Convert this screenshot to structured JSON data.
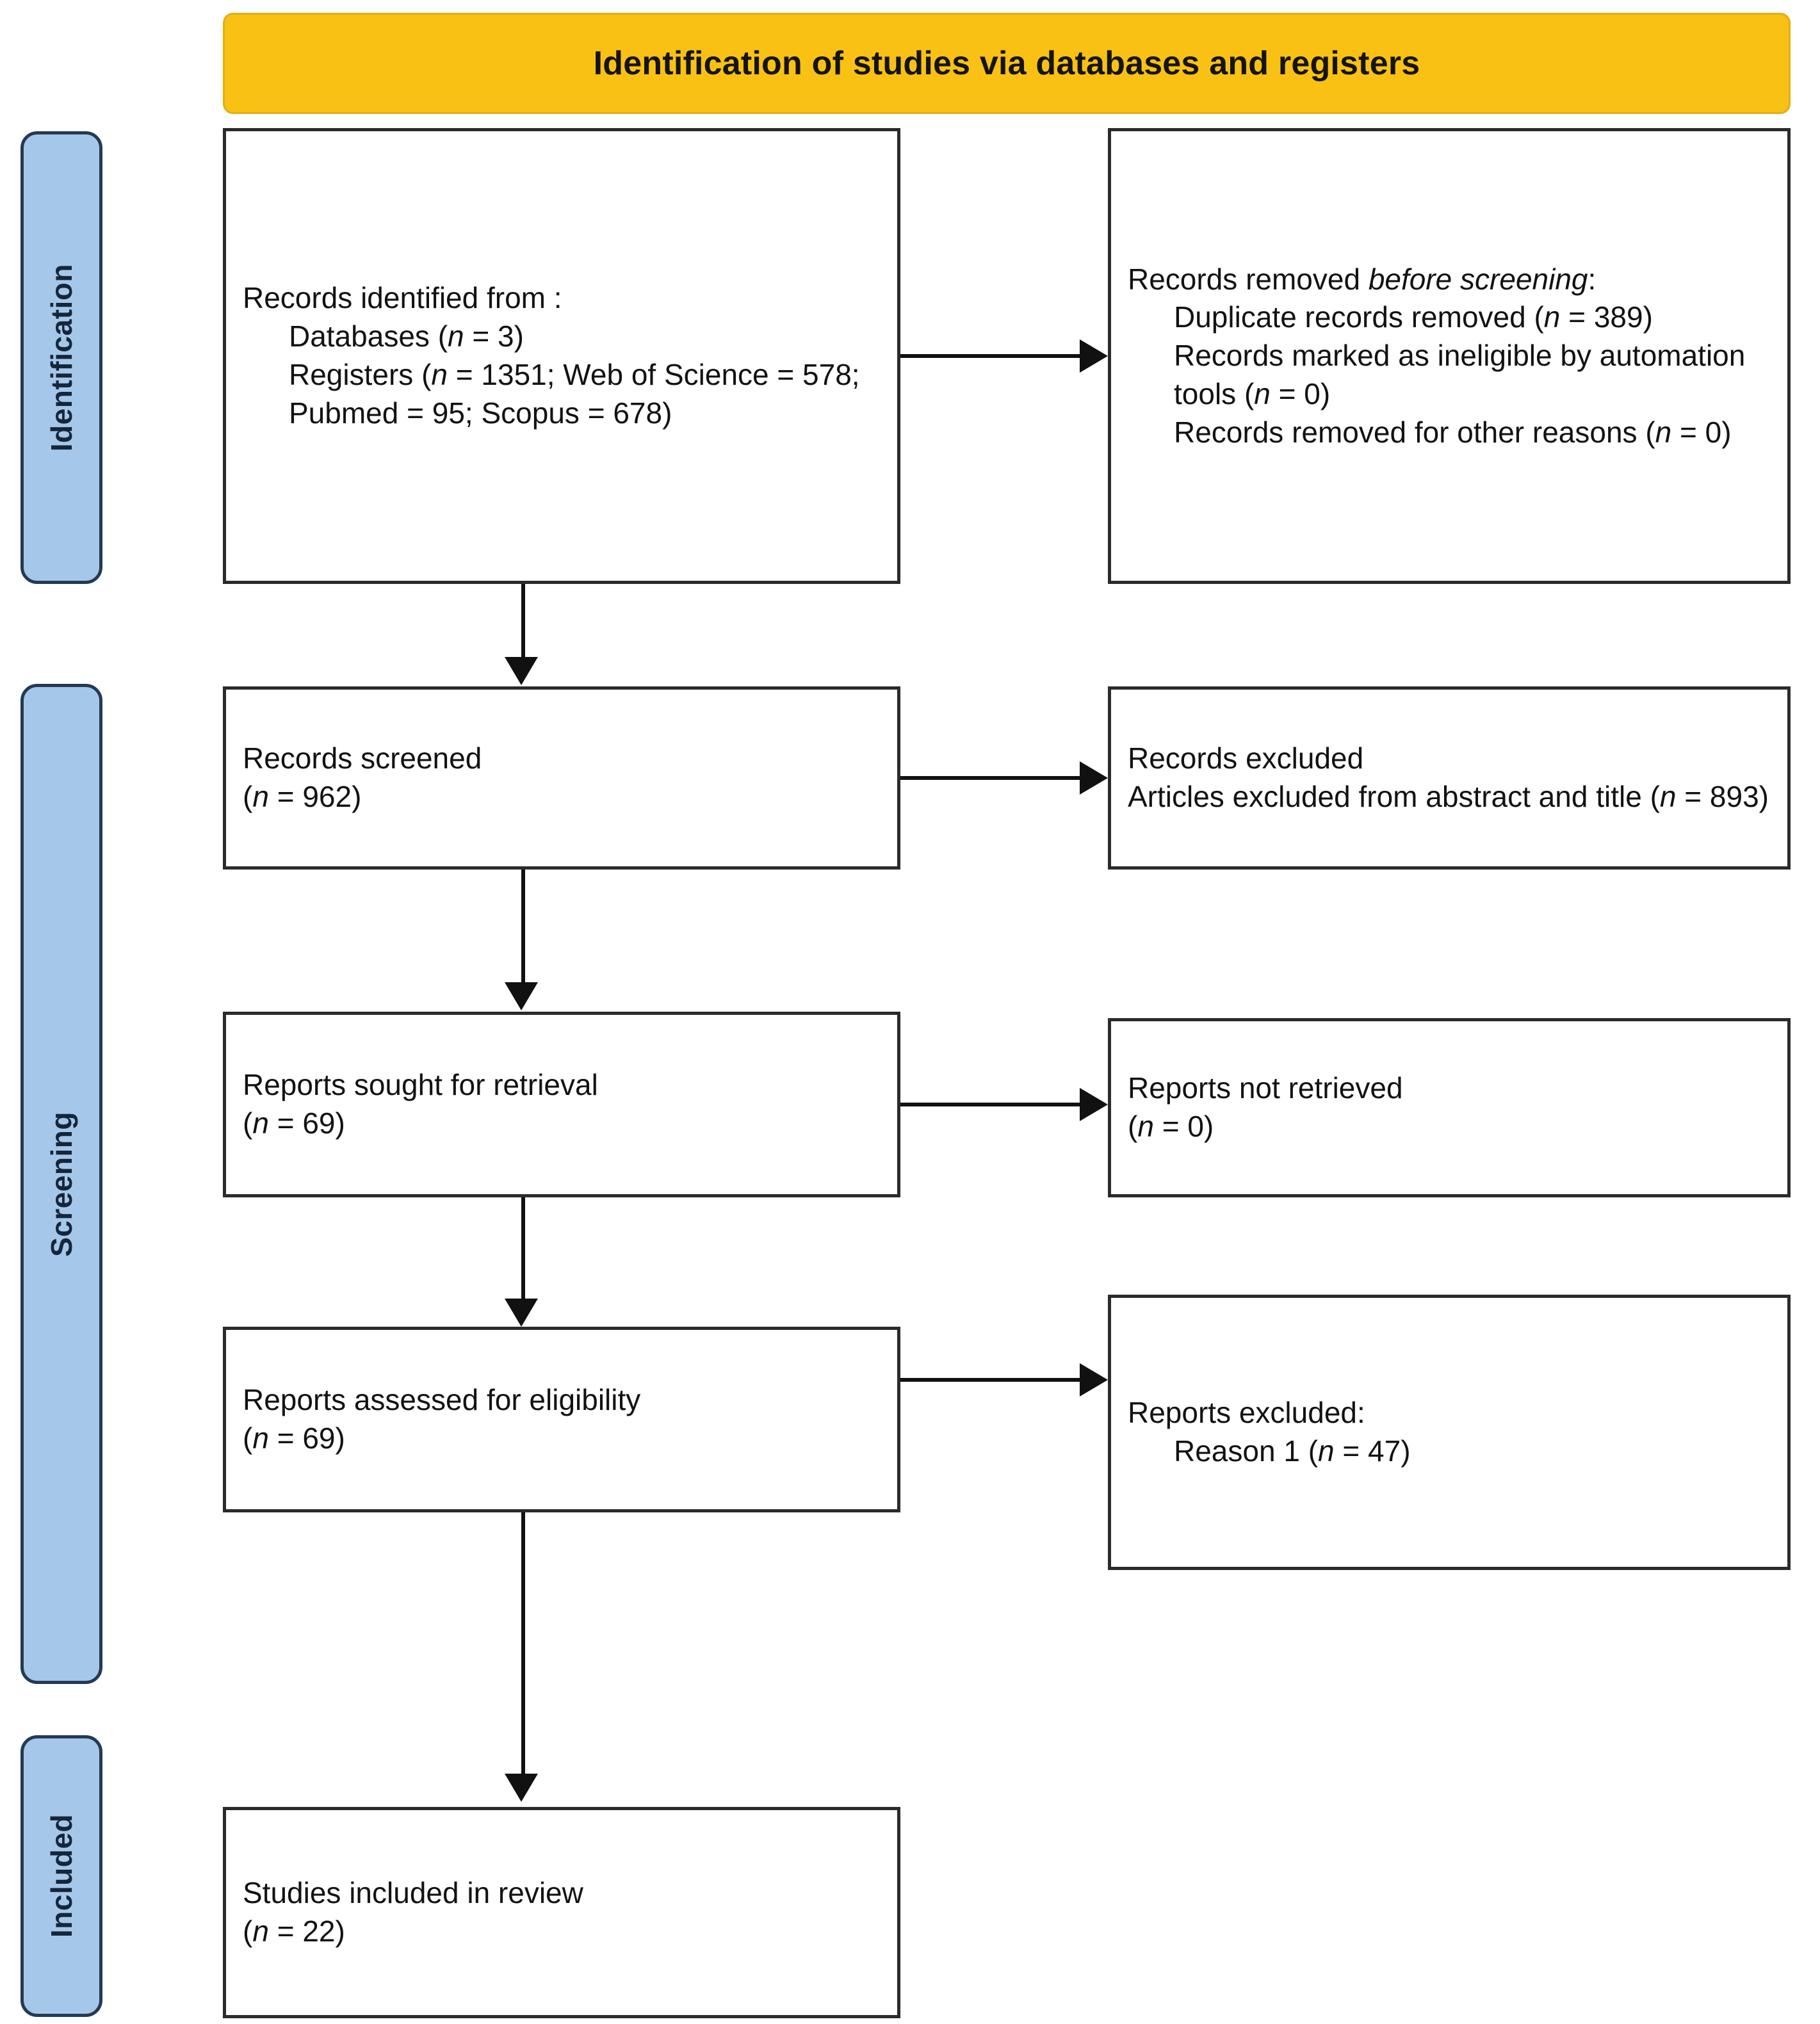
{
  "banner": {
    "title": "Identification of studies via databases and registers"
  },
  "stages": [
    {
      "key": "identification",
      "label": "Identification"
    },
    {
      "key": "screening",
      "label": "Screening"
    },
    {
      "key": "included",
      "label": "Included"
    }
  ],
  "boxes": {
    "records_identified": {
      "line1": "Records identified from :",
      "line2_prefix": "Databases (",
      "line2_n": "n",
      "line2_suffix": " = 3)",
      "line3_prefix": "Registers (",
      "line3_n": "n",
      "line3_suffix": " = 1351; Web of Science = 578; Pubmed = 95; Scopus = 678)"
    },
    "records_removed": {
      "line1_prefix": "Records removed ",
      "line1_em": "before screening",
      "line1_suffix": ":",
      "line2_prefix": "Duplicate records removed (",
      "line2_n": "n",
      "line2_suffix": " = 389)",
      "line3_prefix": "Records marked as ineligible by automation tools (",
      "line3_n": "n",
      "line3_suffix": " = 0)",
      "line4_prefix": "Records removed for other reasons (",
      "line4_n": "n",
      "line4_suffix": " = 0)"
    },
    "records_screened": {
      "line1": "Records screened",
      "line2_prefix": "(",
      "line2_n": "n",
      "line2_suffix": " = 962)"
    },
    "records_excluded": {
      "line1": "Records excluded",
      "line2_prefix": "Articles excluded from abstract and title (",
      "line2_n": "n",
      "line2_suffix": " = 893)"
    },
    "reports_sought": {
      "line1": "Reports sought for retrieval",
      "line2_prefix": "(",
      "line2_n": "n",
      "line2_suffix": " = 69)"
    },
    "reports_not_retrieved": {
      "line1": "Reports not retrieved",
      "line2_prefix": "(",
      "line2_n": "n",
      "line2_suffix": " = 0)"
    },
    "reports_assessed": {
      "line1": "Reports assessed for eligibility",
      "line2_prefix": "(",
      "line2_n": "n",
      "line2_suffix": " = 69)"
    },
    "reports_excluded": {
      "line1": "Reports excluded:",
      "line2_prefix": "Reason 1 (",
      "line2_n": "n",
      "line2_suffix": " = 47)"
    },
    "studies_included": {
      "line1": "Studies included in review",
      "line2_prefix": "(",
      "line2_n": "n",
      "line2_suffix": " = 22)"
    }
  },
  "colors": {
    "banner_fill": "#F9C114",
    "stage_fill": "#A5C7EA",
    "stage_border": "#253A52",
    "box_border": "#2B2B2B",
    "connector": "#111111"
  }
}
